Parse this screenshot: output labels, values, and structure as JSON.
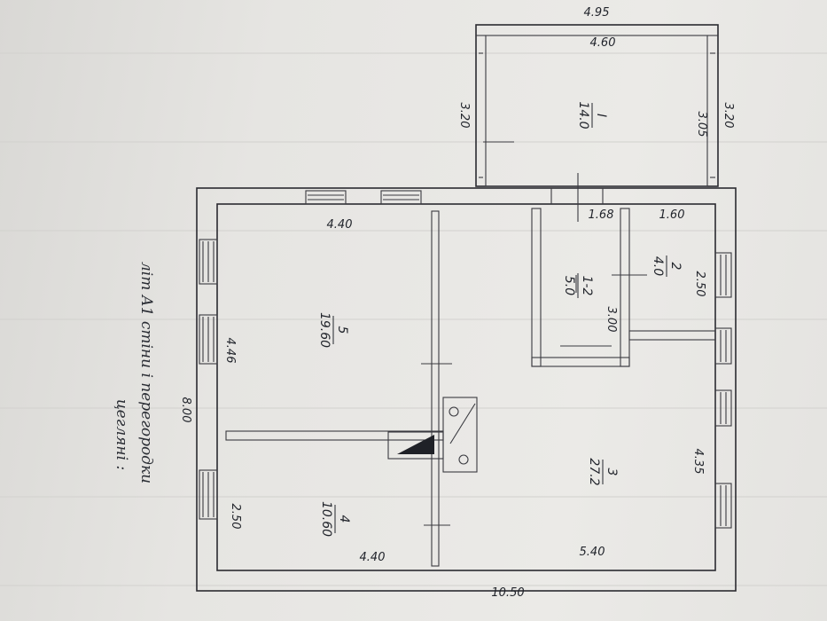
{
  "plan": {
    "dimensions": {
      "outer_length": "10.50",
      "outer_width": "8.00",
      "annex_length": "4.95",
      "annex_inner": "4.60",
      "annex_side_left": "3.20",
      "annex_side_right": "3.20",
      "annex_inner_depth": "3.05",
      "room5_top": "4.40",
      "room5_side": "4.46",
      "room4_side": "2.50",
      "room4_bottom": "4.40",
      "room3_bottom": "5.40",
      "room3_side": "4.35",
      "closet_a_width": "1.68",
      "closet_b_width": "1.60",
      "closet_b_depth": "2.50",
      "closet_a_depth": "3.00"
    },
    "rooms": [
      {
        "number": "I",
        "area": "14.0"
      },
      {
        "number": "1-2",
        "area": "5.0"
      },
      {
        "number": "2",
        "area": "4.0"
      },
      {
        "number": "3",
        "area": "27.2"
      },
      {
        "number": "4",
        "area": "10.60"
      },
      {
        "number": "5",
        "area": "19.60"
      }
    ],
    "note_line1": "літ А1 стіни і перегородки",
    "note_line2": "цегляні :"
  }
}
